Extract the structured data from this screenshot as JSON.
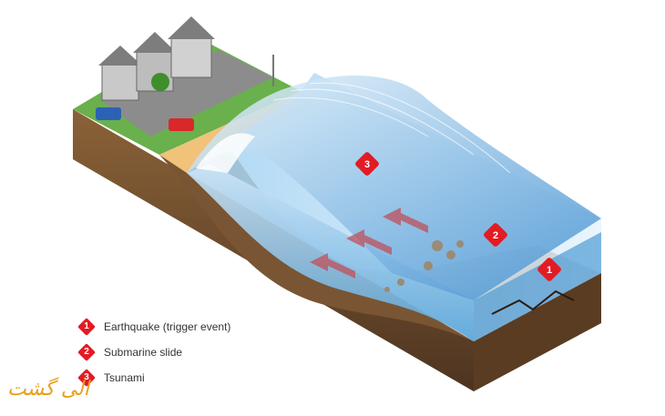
{
  "markers": [
    {
      "num": "1",
      "label": "Earthquake (trigger event)"
    },
    {
      "num": "2",
      "label": "Submarine slide"
    },
    {
      "num": "3",
      "label": "Tsunami"
    }
  ],
  "watermark": "الی گشت",
  "colors": {
    "marker": "#e31b23",
    "water": "#3a8fd0",
    "sand": "#f0c27a",
    "earth": "#6b4a2b",
    "grass": "#6ab04c"
  }
}
